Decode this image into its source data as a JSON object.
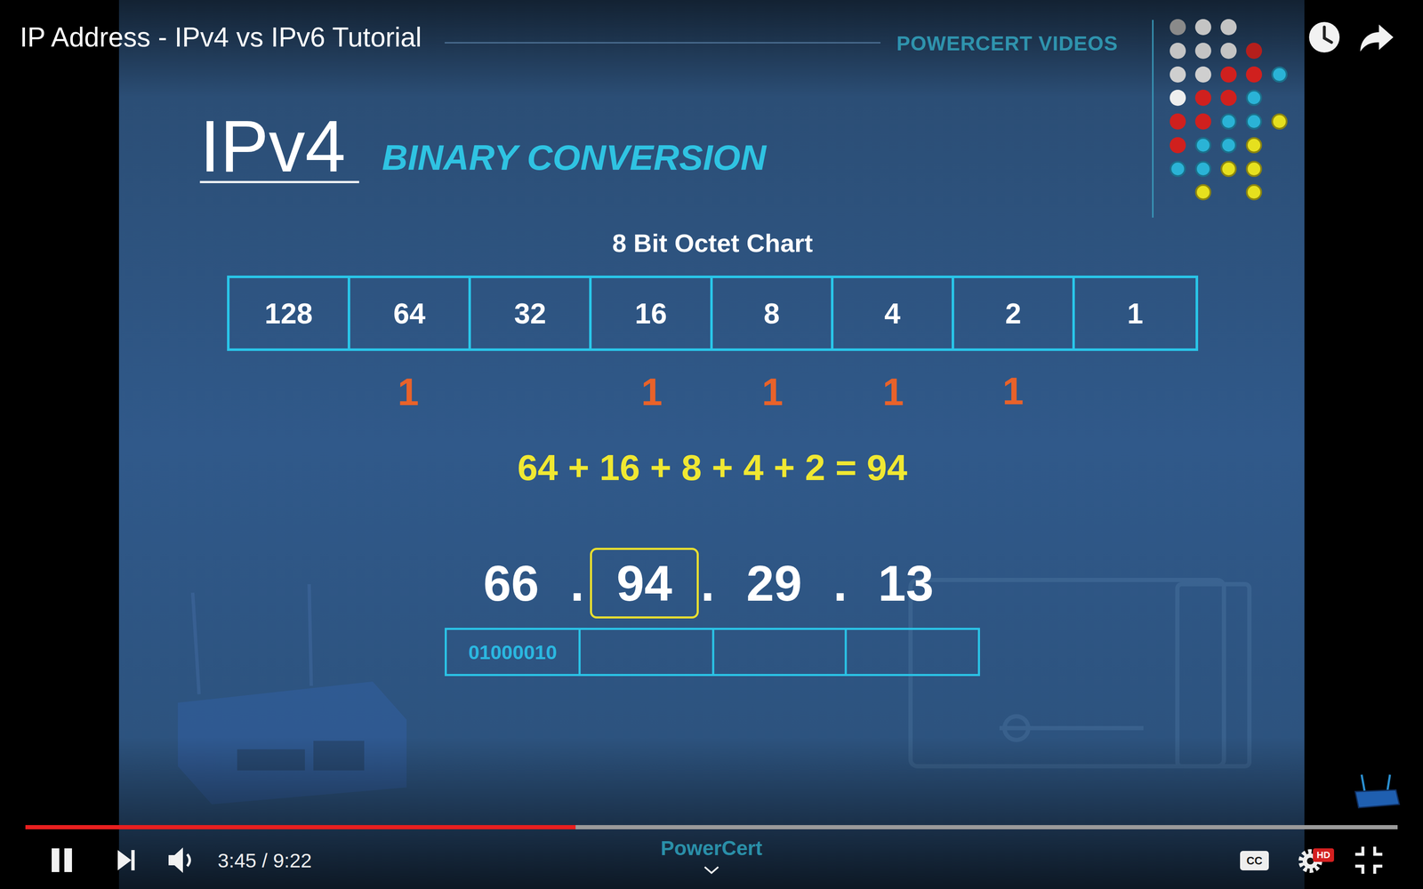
{
  "diagram": {
    "title": "IP Address - IPv4 vs IPv6 Tutorial",
    "nodes": [
      {
        "text": [
          "8 Bit Octet Chart"
        ]
      },
      {
        "text": [
          "128"
        ],
        "in": 0
      },
      {
        "text": [
          "64"
        ],
        "in": 0
      },
      {
        "text": [
          "32"
        ],
        "in": 0
      },
      {
        "text": [
          "16"
        ],
        "in": 0
      },
      {
        "text": [
          "8"
        ],
        "in": 0
      },
      {
        "text": [
          "4"
        ],
        "in": 0
      },
      {
        "text": [
          "2"
        ],
        "in": 0
      },
      {
        "text": [
          "1"
        ],
        "in": 0
      },
      {
        "text": [
          "94"
        ]
      },
      {
        "text": [
          "01000010"
        ]
      }
    ],
    "labels": [
      "POWERCERT VIDEOS",
      "IPv4",
      "BINARY CONVERSION",
      "1",
      "1",
      "1",
      "1",
      "1",
      "64 + 16 + 8 + 4 + 2 = 94",
      "66",
      ".",
      ".",
      "29",
      ".",
      "13",
      "3:45 / 9:22",
      "PowerCert",
      "CC",
      "HD"
    ]
  }
}
